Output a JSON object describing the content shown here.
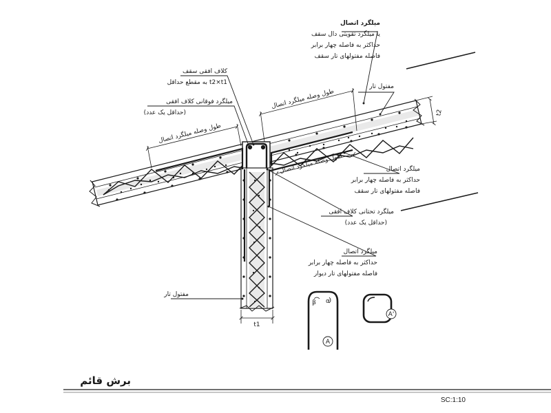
{
  "title": "برش قائم",
  "scale": "SC:1:10",
  "annotations": {
    "top_right_title": "میلگرد اتصال",
    "top_right_line1": "یا میلگرد تقویتی دال سقف",
    "top_right_line2": "حداکثر به فاصله چهار برابر",
    "top_right_line3": "فاصله مفتولهای تار سقف",
    "tar_top": "مفتول تار",
    "t2": "t2",
    "horiz_tie_title": "کلاف افقی سقف",
    "horiz_tie_sub": "به مقطع حداقل t2×t1",
    "top_bar_title": "میلگرد فوقانی کلاف افقی",
    "top_bar_sub": "(حداقل یک عدد)",
    "lap_length_left": "طول وصله میلگرد اتصال",
    "lap_length_top": "طول وصله میلگرد اتصال",
    "lap_length_right": "طول وصله میلگرد اتصال",
    "mid_right_title": "میلگرد اتصال",
    "mid_right_line1": "حداکثر به فاصله چهار برابر",
    "mid_right_line2": "فاصله مفتولهای تار سقف",
    "bottom_bar_title": "میلگرد تحتانی کلاف افقی",
    "bottom_bar_sub": "(حداقل یک عدد)",
    "wall_title": "میلگرد اتصال",
    "wall_line1": "حداکثر به فاصله چهار برابر",
    "wall_line2": "فاصله مفتولهای تار دیوار",
    "tar_left": "مفتول تار",
    "t1": "t1",
    "detail_a": "A",
    "detail_a_prime": "A'",
    "alpha": "α",
    "beta": "β"
  }
}
